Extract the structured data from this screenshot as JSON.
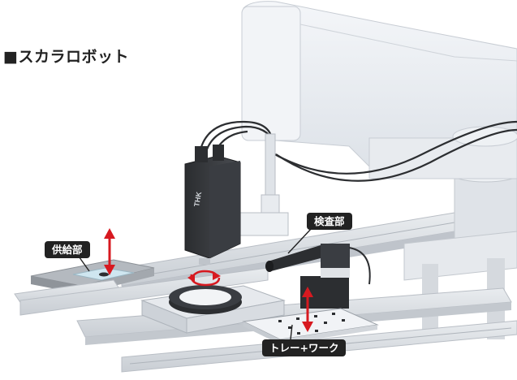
{
  "title": "■スカラロボット",
  "callouts": {
    "supply": "供給部",
    "inspection": "検査部",
    "tray": "トレー+ワーク"
  },
  "logo_text": "THK",
  "colors": {
    "arrow_red": "#d71920",
    "callout_bg": "#222222",
    "robot_white": "#eef1f5",
    "rail_gray": "#d9dde2"
  }
}
